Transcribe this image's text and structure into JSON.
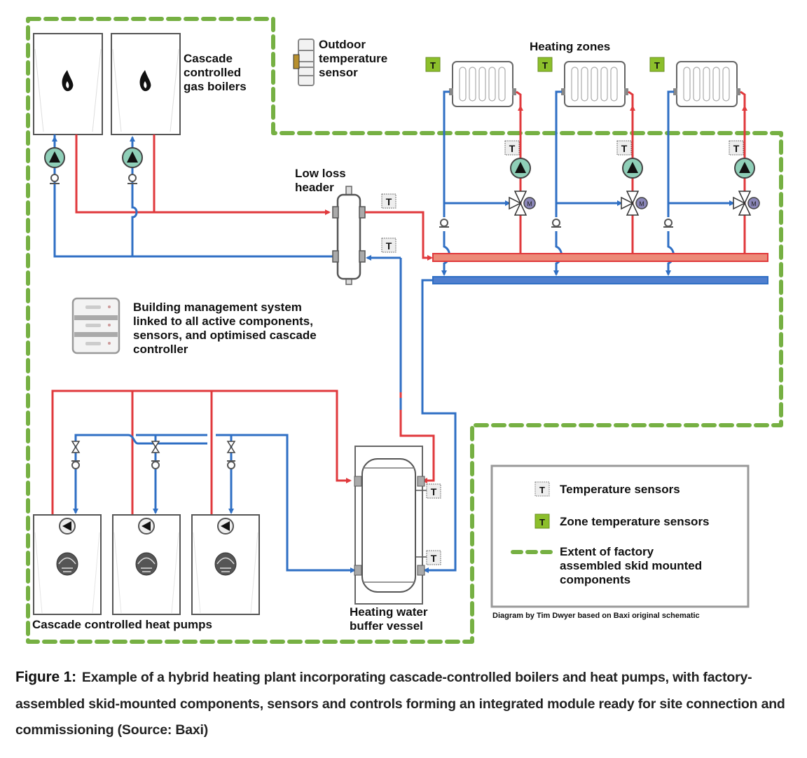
{
  "figure": {
    "labels": {
      "gas_boilers": [
        "Cascade",
        "controlled",
        "gas boilers"
      ],
      "outdoor_sensor": [
        "Outdoor",
        "temperature",
        "sensor"
      ],
      "heating_zones": "Heating zones",
      "low_loss_header": [
        "Low loss",
        "header"
      ],
      "bms": [
        "Building management system",
        "linked to all active components,",
        "sensors, and optimised cascade",
        "controller"
      ],
      "heat_pumps": "Cascade controlled heat pumps",
      "buffer_vessel": [
        "Heating water",
        "buffer vessel"
      ],
      "sensor_letter": "T"
    },
    "legend": {
      "items": [
        {
          "symbol": "temperature-sensor",
          "label": "Temperature sensors"
        },
        {
          "symbol": "zone-temperature-sensor",
          "label": "Zone temperature sensors"
        },
        {
          "symbol": "green-dashed-line",
          "label": [
            "Extent of factory",
            "assembled skid mounted",
            "components"
          ]
        }
      ]
    },
    "credit": "Diagram by Tim Dwyer based on Baxi original schematic",
    "colors": {
      "flow_red": "#e0393c",
      "return_blue": "#2f6fc4",
      "skid_green": "#76b043",
      "zone_sensor_green": "#8cbf2b",
      "pump_teal": "#8fcfb8",
      "header_red_fill": "#ec8a78",
      "header_blue_fill": "#4f7fcf"
    },
    "counts": {
      "gas_boilers": 2,
      "heat_pumps": 3,
      "heating_zones": 3
    }
  },
  "caption": {
    "prefix": "Figure 1:",
    "text": "Example of a hybrid heating plant incorporating cascade-controlled boilers and heat pumps, with factory-assembled skid-mounted components, sensors and controls forming an integrated module ready for site connection and commissioning (Source: Baxi)"
  }
}
